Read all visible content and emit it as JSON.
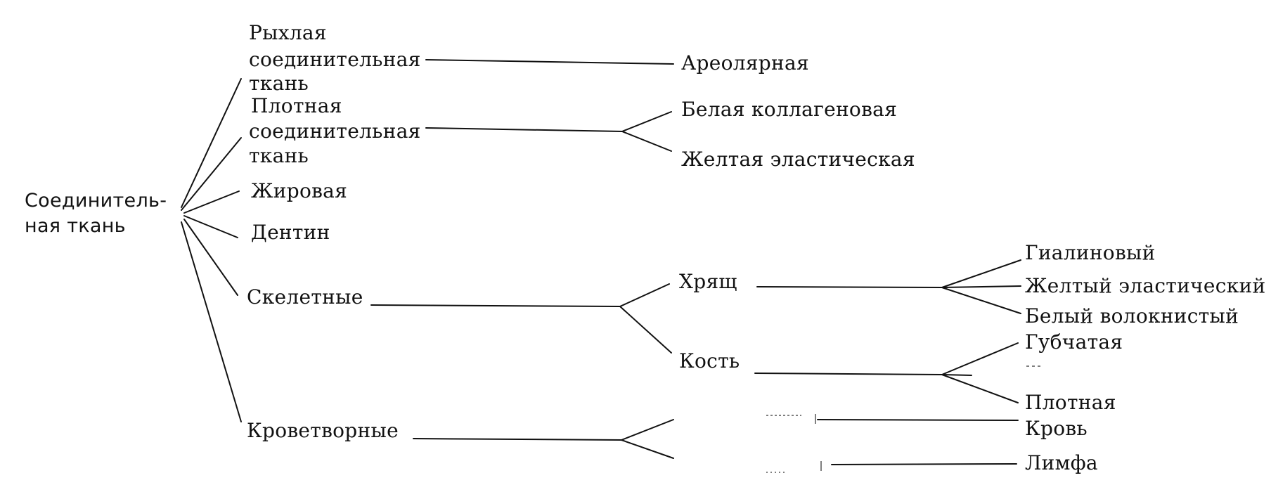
{
  "root": {
    "line1": "Соединитель-",
    "line2": "ная ткань"
  },
  "level1": {
    "loose": [
      "Рыхлая",
      "соединительная",
      "ткань"
    ],
    "dense": [
      "Плотная",
      "соединительная",
      "ткань"
    ],
    "adipose": "Жировая",
    "dentin": "Дентин",
    "skeletal": "Скелетные",
    "hematopoietic": "Кроветворные"
  },
  "level2": {
    "areolar": "Ареолярная",
    "white_collagen": "Белая коллагеновая",
    "yellow_elastic": "Желтая эластическая",
    "cartilage": "Хрящ",
    "bone": "Кость"
  },
  "level3": {
    "hyaline": "Гиалиновый",
    "yellow_elastic_cartilage": "Желтый эластический",
    "white_fibrous": "Белый волокнистый",
    "spongy": "Губчатая",
    "compact": "Плотная",
    "blood": "Кровь",
    "lymph": "Лимфа"
  }
}
